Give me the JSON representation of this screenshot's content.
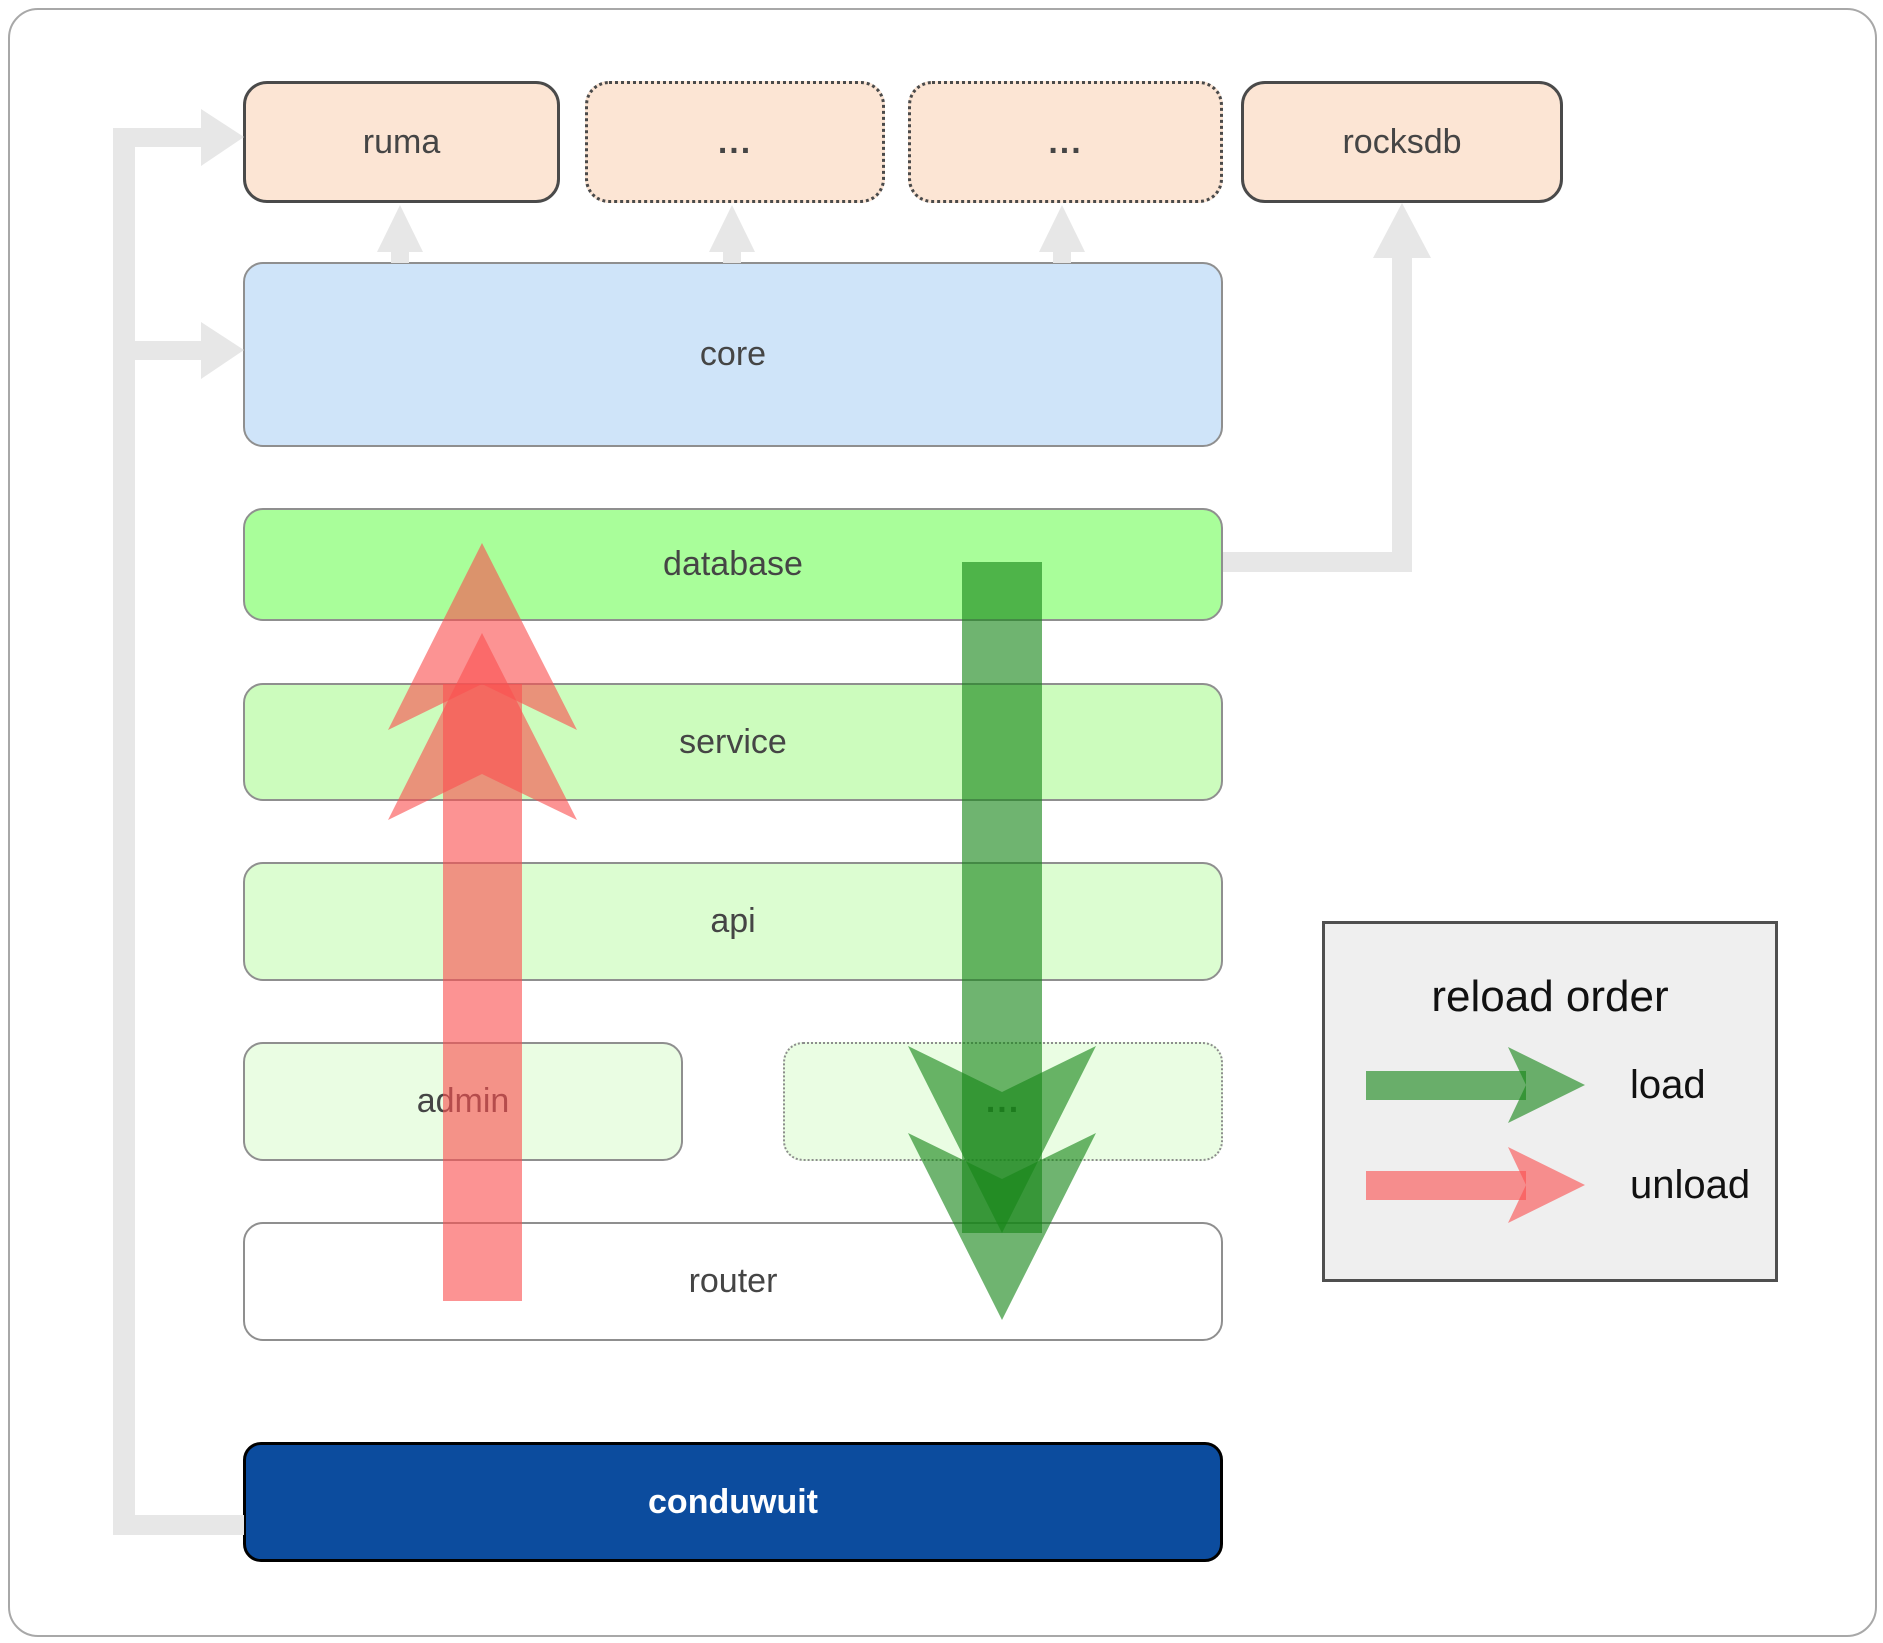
{
  "boxes": {
    "ruma": "ruma",
    "misc1": "...",
    "misc2": "...",
    "rocksdb": "rocksdb",
    "core": "core",
    "database": "database",
    "service": "service",
    "api": "api",
    "admin": "admin",
    "misc3": "...",
    "router": "router",
    "conduwuit": "conduwuit"
  },
  "legend": {
    "title": "reload order",
    "load_label": "load",
    "unload_label": "unload"
  },
  "colors": {
    "peach": "#fce5d4",
    "core_blue": "#cfe4f9",
    "database_green": "#a9fe9a",
    "service_green": "#ccfcbd",
    "api_green": "#dcfdd1",
    "admin_green": "#eafde3",
    "router_white": "#ffffff",
    "conduwuit_blue": "#0c4c9e",
    "legend_bg": "#efefef",
    "connector_gray": "#e7e7e7",
    "arrow_load": "rgba(23,134,24,0.62)",
    "arrow_unload": "rgba(250,80,80,0.62)"
  }
}
